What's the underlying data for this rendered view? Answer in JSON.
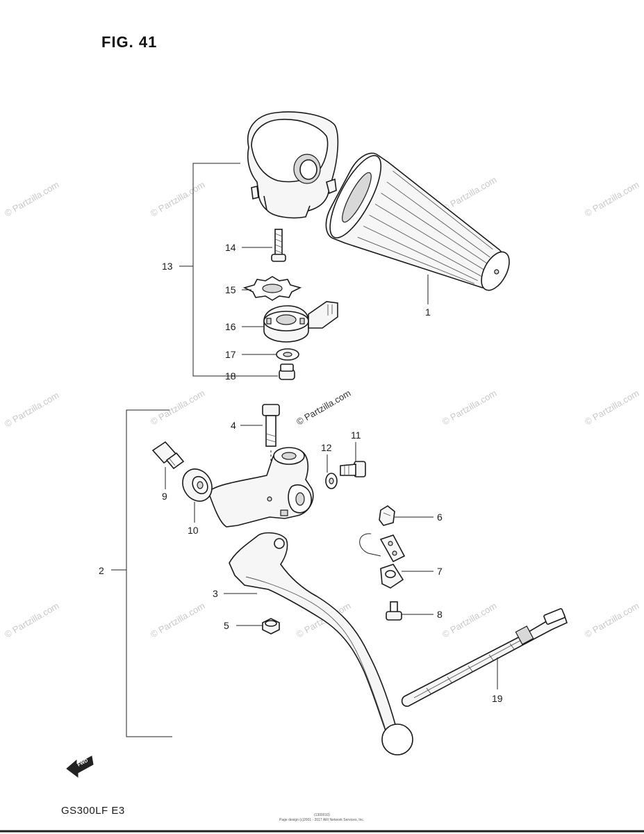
{
  "figure": {
    "title": "FIG. 41",
    "model": "GS300LF  E3"
  },
  "watermark": {
    "text": "© Partzilla.com"
  },
  "footer": {
    "line1": "(1300010)",
    "line2": "Page design (c)2001 - 2017 ARI Network Services, Inc."
  },
  "front_arrow": {
    "text": "FWD",
    "icon": "front-direction-arrow-icon"
  },
  "callouts": {
    "c1": "1",
    "c2": "2",
    "c3": "3",
    "c4": "4",
    "c5": "5",
    "c6": "6",
    "c7": "7",
    "c8": "8",
    "c9": "9",
    "c10": "10",
    "c11": "11",
    "c12": "12",
    "c13": "13",
    "c14": "14",
    "c15": "15",
    "c16": "16",
    "c17": "17",
    "c18": "18",
    "c19": "19"
  },
  "colors": {
    "line": "#1a1a1a",
    "watermark": "#c8c8c8"
  }
}
